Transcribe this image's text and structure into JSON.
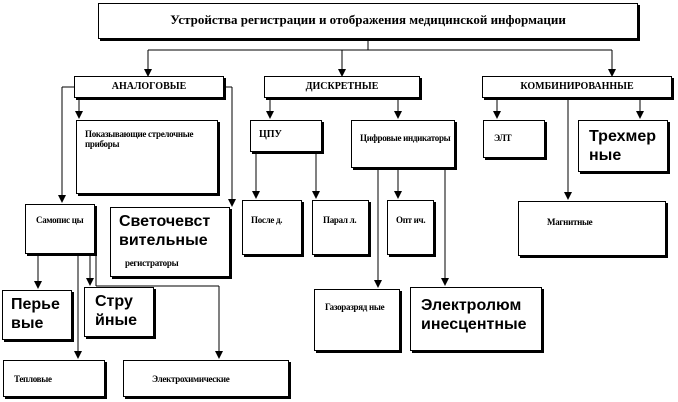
{
  "diagram": {
    "title": "Устройства регистрации  и отображения медицинской информации",
    "groups": {
      "analog": "АНАЛОГОВЫЕ",
      "discrete": "ДИСКРЕТНЫЕ",
      "combined": "КОМБИНИРОВАННЫЕ"
    },
    "nodes": {
      "pointer_instruments": "Показывающие стрелочные приборы",
      "self_recorders": "Самопис цы",
      "photosensitive": "Светочевст вительные",
      "photosensitive_sub": "регистраторы",
      "pen": "Перье вые",
      "jet": "Стру йные",
      "thermal": "Тепловые",
      "electrochemical": "Электрохимические",
      "cpu": "ЦПУ",
      "digital_indicators": "Цифровые индикаторы",
      "sequential": "После д.",
      "parallel": "Парал л.",
      "optical": "Опт ич.",
      "gas_discharge": "Газоразряд ные",
      "electroluminescent": "Электролюм инесцентные",
      "crt": "ЭЛТ",
      "three_d": "Трехмер ные",
      "magnetic": "Магнитные"
    }
  }
}
